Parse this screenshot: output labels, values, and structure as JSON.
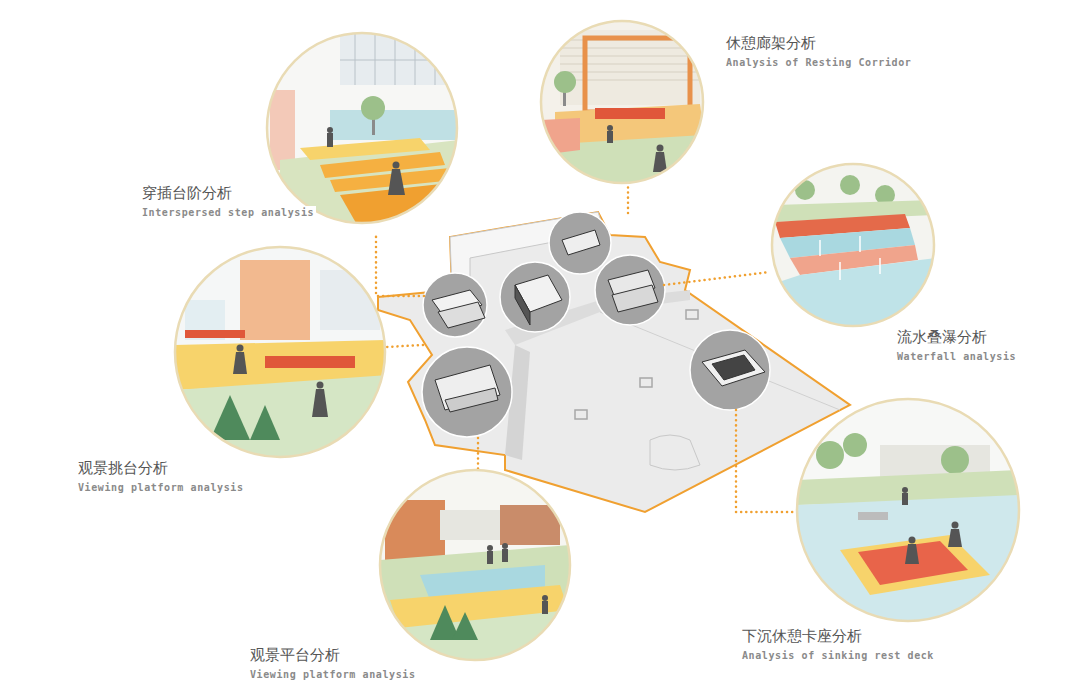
{
  "diagram": {
    "nodes": [
      {
        "text": [
          "休憩廊架分析",
          "Analysis of Resting Corridor"
        ]
      },
      {
        "text": [
          "穿插台阶分析",
          "Interspersed step analysis"
        ]
      },
      {
        "text": [
          "流水叠瀑分析",
          "Waterfall analysis"
        ]
      },
      {
        "text": [
          "观景挑台分析",
          "Viewing platform analysis"
        ]
      },
      {
        "text": [
          "下沉休憩卡座分析",
          "Analysis of sinking rest deck"
        ]
      },
      {
        "text": [
          "观景平台分析",
          "Viewing platform analysis"
        ]
      }
    ]
  }
}
